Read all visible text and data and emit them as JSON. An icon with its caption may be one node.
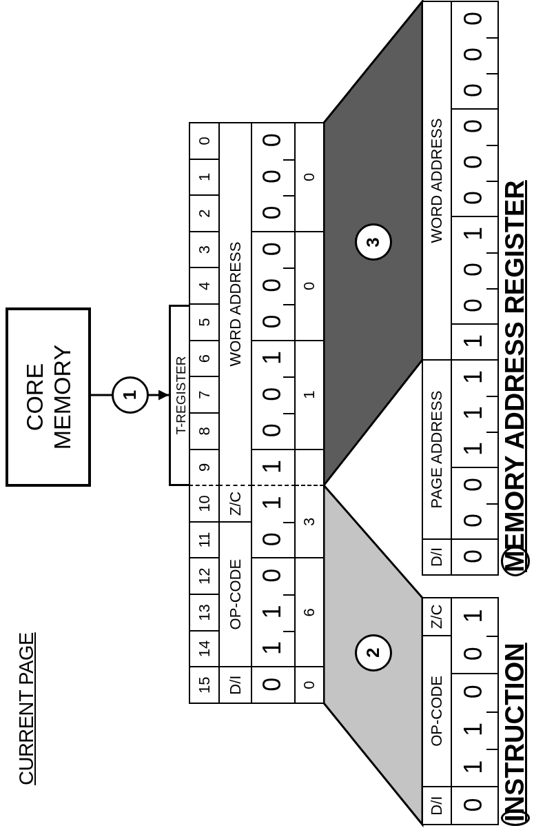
{
  "diagram": {
    "title": "CURRENT PAGE",
    "nodes": [
      {
        "text": [
          "CORE MEMORY"
        ]
      },
      {
        "text": [
          "T-REGISTER",
          "15",
          "14",
          "13",
          "12",
          "11",
          "10",
          "9",
          "8",
          "7",
          "6",
          "5",
          "4",
          "3",
          "2",
          "1",
          "0",
          "D/I",
          "OP-CODE",
          "Z/C",
          "WORD ADDRESS",
          "0",
          "1",
          "1",
          "0",
          "0",
          "1",
          "1",
          "0",
          "0",
          "1",
          "0",
          "0",
          "0",
          "0",
          "0",
          "0",
          "0",
          "6",
          "3",
          "1",
          "0",
          "0"
        ]
      },
      {
        "text": [
          "INSTRUCTION",
          "D/I",
          "OP-CODE",
          "Z/C",
          "0",
          "1",
          "1",
          "0",
          "0",
          "1"
        ]
      },
      {
        "text": [
          "MEMORY ADDRESS REGISTER",
          "D/I",
          "PAGE ADDRESS",
          "WORD ADDRESS",
          "0",
          "0",
          "0",
          "1",
          "1",
          "1",
          "1",
          "0",
          "0",
          "1",
          "0",
          "0",
          "0",
          "0",
          "0",
          "0"
        ]
      }
    ],
    "edges": [
      {
        "from": 0,
        "to": 1,
        "arrow": "to",
        "label": "1"
      },
      {
        "from": 1,
        "to": 2,
        "arrow": "none",
        "label": "2",
        "style": "thick",
        "color": "#c4c4c4"
      },
      {
        "from": 1,
        "to": 3,
        "arrow": "none",
        "label": "3",
        "style": "thick",
        "color": "#5c5c5c"
      }
    ]
  }
}
